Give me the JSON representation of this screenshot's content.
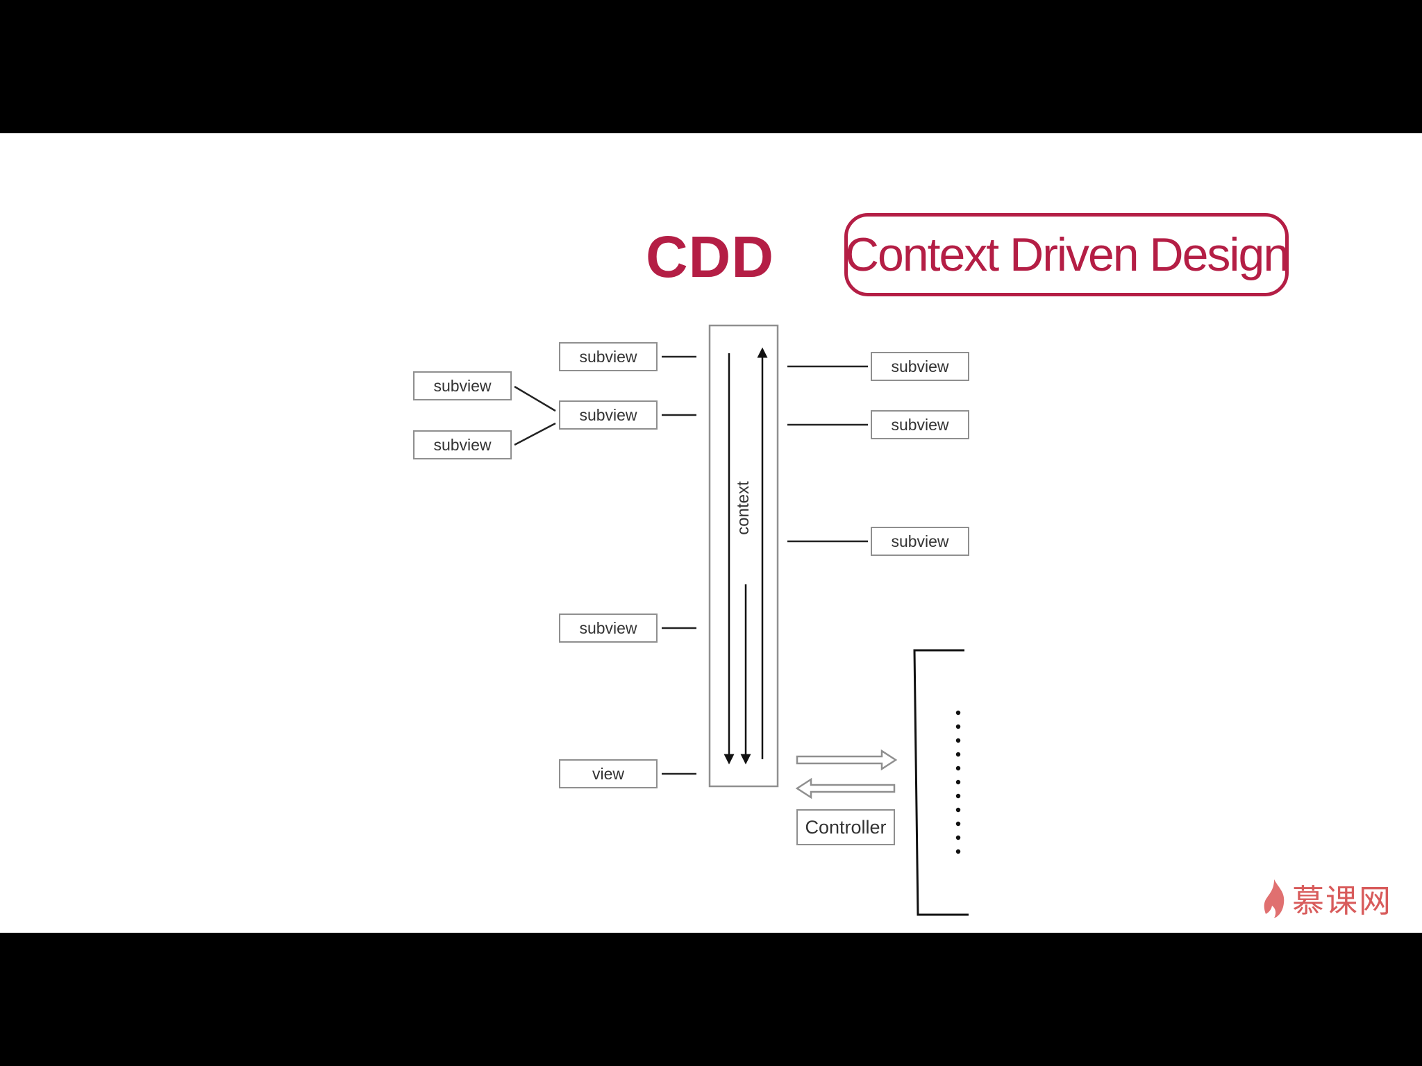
{
  "slide": {
    "title": "CDD",
    "subtitle": "Context Driven Design",
    "brand_color": "#b41e45"
  },
  "diagram": {
    "context_label": "context",
    "left_nodes": [
      {
        "id": "l1",
        "label": "subview"
      },
      {
        "id": "l2",
        "label": "subview"
      },
      {
        "id": "l3",
        "label": "subview"
      },
      {
        "id": "l4",
        "label": "view"
      }
    ],
    "far_left_nodes": [
      {
        "id": "f1",
        "label": "subview"
      },
      {
        "id": "f2",
        "label": "subview"
      }
    ],
    "right_nodes": [
      {
        "id": "r1",
        "label": "subview"
      },
      {
        "id": "r2",
        "label": "subview"
      },
      {
        "id": "r3",
        "label": "subview"
      }
    ],
    "controller_label": "Controller"
  },
  "watermark": {
    "text": "慕课网",
    "color": "#d85b5b",
    "icon": "flame-icon"
  }
}
